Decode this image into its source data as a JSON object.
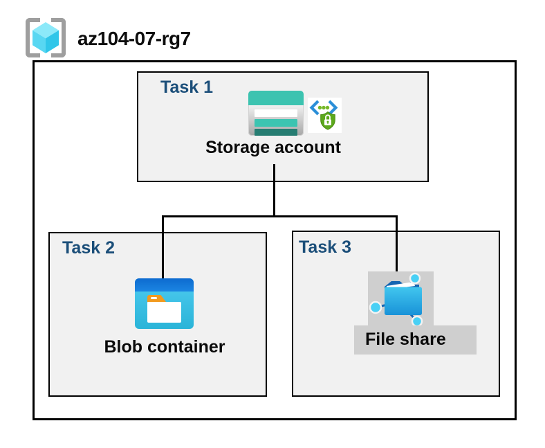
{
  "header": {
    "title": "az104-07-rg7",
    "icon": "azure-resource-group-icon"
  },
  "tasks": [
    {
      "label": "Task 1",
      "resource": "Storage account",
      "icons": [
        "storage-account-icon",
        "sas-secure-access-icon"
      ]
    },
    {
      "label": "Task 2",
      "resource": "Blob container",
      "icons": [
        "blob-container-icon"
      ]
    },
    {
      "label": "Task 3",
      "resource": "File share",
      "icons": [
        "file-share-icon"
      ]
    }
  ],
  "connections": [
    {
      "from": "Storage account",
      "to": "Blob container"
    },
    {
      "from": "Storage account",
      "to": "File share"
    }
  ],
  "colors": {
    "task_label": "#1b4e79",
    "task_box_fill": "#f1f1f1",
    "box_border": "#000000",
    "storage_teal": "#3cc3b0",
    "storage_teal_dark": "#267d72",
    "blob_header_blue": "#1373d8",
    "blob_body_cyan": "#3ec5ec",
    "folder_tab_orange": "#f29a1e",
    "fileshare_bg_gray": "#cfcfcf",
    "fileshare_folder_blue": "#1b94da",
    "node_cyan": "#49d0f5",
    "shield_green": "#5ca81c",
    "bracket_blue": "#2b8fd8",
    "rg_bracket_gray": "#9e9e9e",
    "rg_cube_cyan": "#58d7f2"
  }
}
